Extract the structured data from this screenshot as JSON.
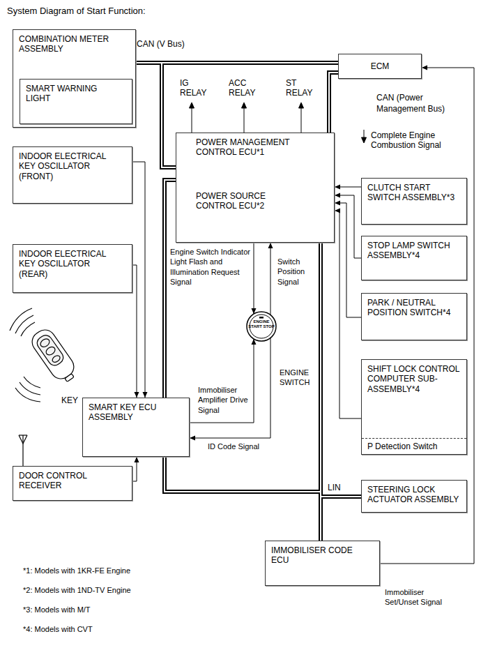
{
  "diagram": {
    "title": "System Diagram of Start Function:",
    "nodes": [
      {
        "text": [
          "COMBINATION METER ASSEMBLY"
        ]
      },
      {
        "text": [
          "SMART WARNING LIGHT"
        ],
        "in": 0
      },
      {
        "text": [
          "ECM"
        ]
      },
      {
        "text": [
          "POWER MANAGEMENT CONTROL ECU*1",
          "POWER SOURCE CONTROL ECU*2"
        ]
      },
      {
        "text": [
          "INDOOR ELECTRICAL KEY OSCILLATOR (FRONT)"
        ]
      },
      {
        "text": [
          "CLUTCH START SWITCH ASSEMBLY*3"
        ]
      },
      {
        "text": [
          "STOP LAMP SWITCH ASSEMBLY*4"
        ]
      },
      {
        "text": [
          "INDOOR ELECTRICAL KEY OSCILLATOR (REAR)"
        ]
      },
      {
        "text": [
          "PARK / NEUTRAL POSITION SWITCH*4"
        ]
      },
      {
        "text": [
          "ENGINE START STOP",
          "ENGINE SWITCH"
        ]
      },
      {
        "text": [
          "SHIFT LOCK CONTROL COMPUTER SUB-ASSEMBLY*4"
        ]
      },
      {
        "text": [
          "P Detection Switch"
        ],
        "in": 10
      },
      {
        "text": [
          "SMART KEY ECU ASSEMBLY"
        ]
      },
      {
        "text": [
          "DOOR CONTROL RECEIVER"
        ]
      },
      {
        "text": [
          "STEERING LOCK ACTUATOR ASSEMBLY"
        ]
      },
      {
        "text": [
          "IMMOBILISER CODE ECU"
        ]
      }
    ],
    "edges": [
      {
        "from": 0,
        "to": 2,
        "arrow": "none",
        "label": "CAN (V Bus)"
      },
      {
        "from": 0,
        "to": 3,
        "arrow": "none"
      },
      {
        "from": 2,
        "to": 3,
        "arrow": "none",
        "label": "CAN (Power Management Bus)"
      },
      {
        "from": 3,
        "to": 12,
        "arrow": "none"
      },
      {
        "from": 12,
        "to": 15,
        "arrow": "none"
      },
      {
        "from": 3,
        "to": 15,
        "arrow": "none"
      },
      {
        "from": 15,
        "to": 14,
        "arrow": "none",
        "label": "LIN"
      },
      {
        "from": 5,
        "to": 3,
        "arrow": "to"
      },
      {
        "from": 6,
        "to": 3,
        "arrow": "to"
      },
      {
        "from": 8,
        "to": 3,
        "arrow": "to"
      },
      {
        "from": 10,
        "to": 3,
        "arrow": "to"
      },
      {
        "from": 3,
        "to": 9,
        "arrow": "to",
        "label": "Engine Switch Indicator Light Flash and Illumination Request Signal"
      },
      {
        "from": 9,
        "to": 3,
        "arrow": "to",
        "label": "Switch Position Signal"
      },
      {
        "from": 12,
        "to": 9,
        "arrow": "to",
        "label": "Immobiliser Amplifier Drive Signal"
      },
      {
        "from": 9,
        "to": 12,
        "arrow": "to",
        "label": "ID Code Signal"
      },
      {
        "from": 4,
        "to": 12,
        "arrow": "to"
      },
      {
        "from": 7,
        "to": 12,
        "arrow": "to"
      },
      {
        "from": 13,
        "to": 12,
        "arrow": "to"
      },
      {
        "from": 15,
        "to": 2,
        "arrow": "to",
        "label": "Immobiliser Set/Unset Signal"
      }
    ],
    "labels": [
      "IG RELAY",
      "ACC RELAY",
      "ST RELAY",
      "Complete Engine Combustion Signal",
      "KEY",
      "*1: Models with 1KR-FE Engine",
      "*2: Models with 1ND-TV Engine",
      "*3: Models with M/T",
      "*4: Models with CVT"
    ]
  }
}
